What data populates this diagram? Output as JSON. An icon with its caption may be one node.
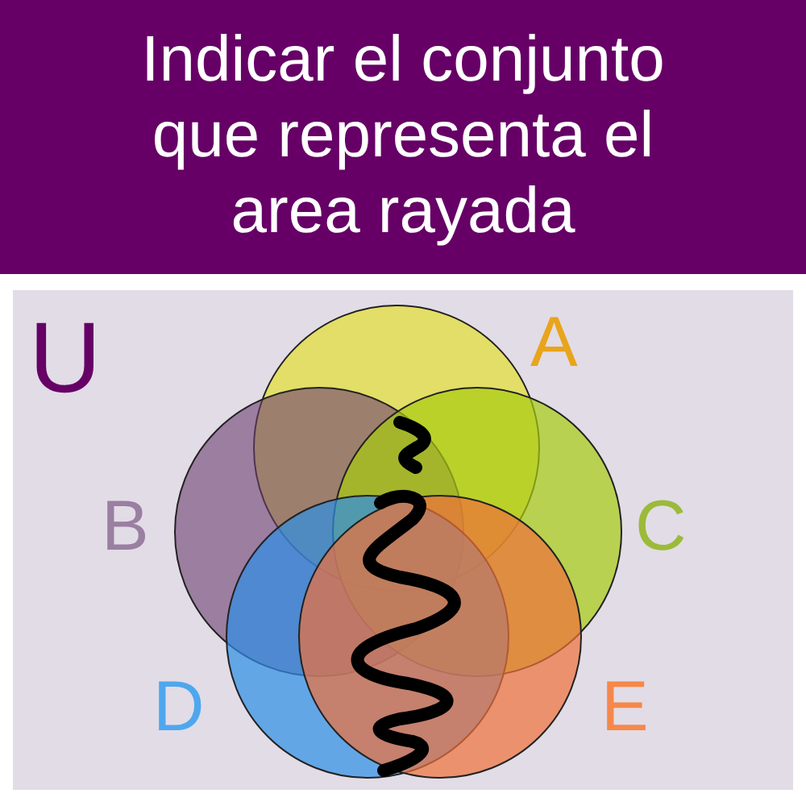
{
  "diagram": {
    "title": "Indicar el conjunto que representa el area rayada",
    "nodes": [
      {
        "text": [
          "U"
        ]
      },
      {
        "text": [
          "A"
        ],
        "in": 0
      },
      {
        "text": [
          "B"
        ],
        "in": 0
      },
      {
        "text": [
          "C"
        ],
        "in": 0
      },
      {
        "text": [
          "D"
        ],
        "in": 0
      },
      {
        "text": [
          "E"
        ],
        "in": 0
      }
    ]
  }
}
